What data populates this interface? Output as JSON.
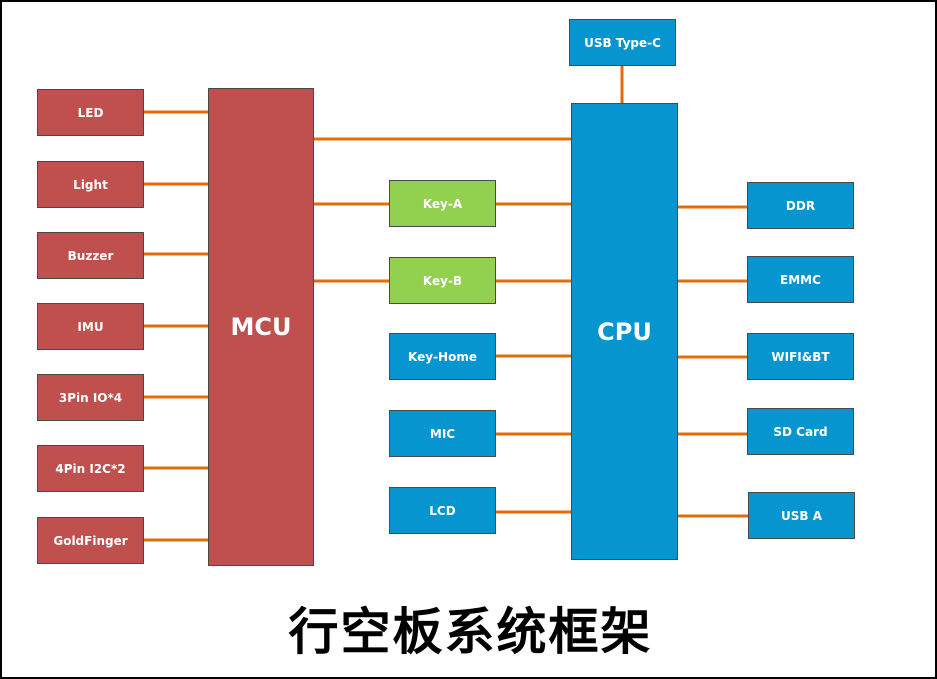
{
  "title": "行空板系统框架",
  "colors": {
    "peripheral_red": "#c0504d",
    "core_blue": "#0795d0",
    "key_green": "#92d050",
    "connector_orange": "#e36c09"
  },
  "mcu": {
    "label": "MCU",
    "peripherals": [
      "LED",
      "Light",
      "Buzzer",
      "IMU",
      "3Pin IO*4",
      "4Pin I2C*2",
      "GoldFinger"
    ]
  },
  "cpu": {
    "label": "CPU",
    "top": "USB Type-C",
    "right": [
      "DDR",
      "EMMC",
      "WIFI&BT",
      "SD Card",
      "USB A"
    ]
  },
  "middle": {
    "shared_keys": [
      "Key-A",
      "Key-B"
    ],
    "cpu_only": [
      "Key-Home",
      "MIC",
      "LCD"
    ]
  }
}
